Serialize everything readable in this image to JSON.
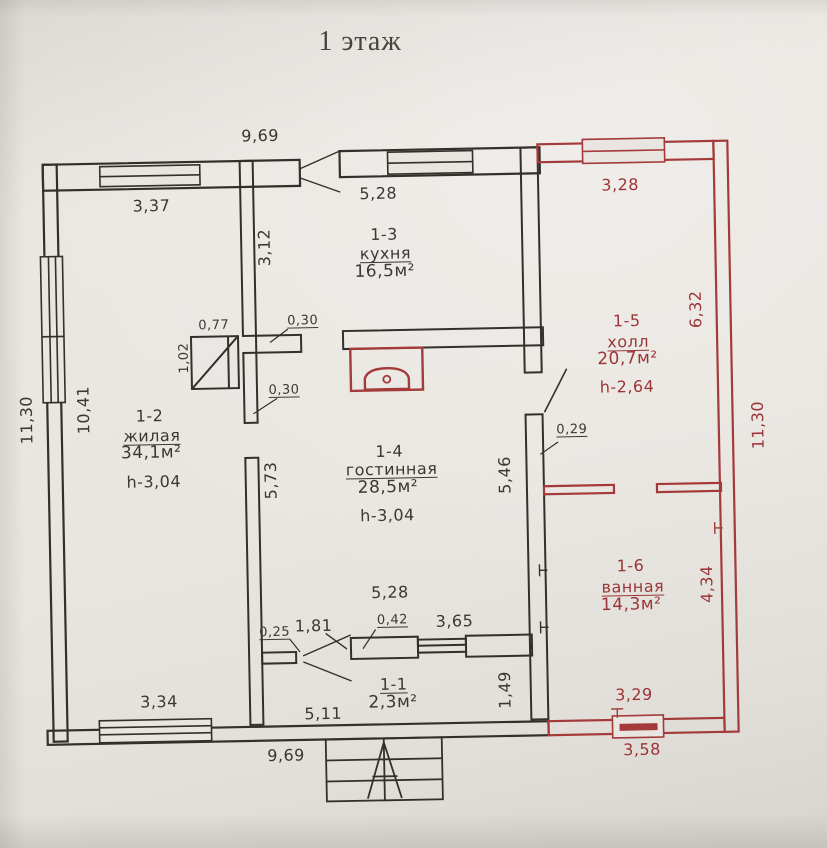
{
  "title": "1 этаж",
  "colors": {
    "wall_black": "#33302c",
    "wall_red": "#a43a3a",
    "text_black": "#3b3833",
    "text_red": "#9c3537",
    "paper": "#e9e6e1"
  },
  "rooms": {
    "r11": {
      "id": "1-1",
      "area": "2,3м²"
    },
    "r12": {
      "id": "1-2",
      "name": "жилая",
      "area": "34,1м²",
      "height": "h-3,04"
    },
    "r13": {
      "id": "1-3",
      "name": "кухня",
      "area": "16,5м²"
    },
    "r14": {
      "id": "1-4",
      "name": "гостинная",
      "area": "28,5м²",
      "height": "h-3,04"
    },
    "r15": {
      "id": "1-5",
      "name": "холл",
      "area": "20,7м²",
      "height": "h-2,64"
    },
    "r16": {
      "id": "1-6",
      "name": "ванная",
      "area": "14,3м²"
    }
  },
  "dims": {
    "top_width": "9,69",
    "win_337": "3,37",
    "kitchen_width": "5,28",
    "hall_width": "3,28",
    "wall_312": "3,12",
    "hall_height": "6,32",
    "left_outer": "11,30",
    "left_window": "10,41",
    "shaft_w": "0,77",
    "shaft_h": "1,02",
    "stub_top": "0,30",
    "stub_bottom": "0,30",
    "living_wall": "5,73",
    "right_wall": "5,46",
    "pier_029": "0,29",
    "right_outer": "11,30",
    "bath_height": "4,34",
    "living_width": "5,28",
    "pier_042": "0,42",
    "opening_365": "3,65",
    "pier_025": "0,25",
    "door_181": "1,81",
    "room11_height": "1,49",
    "win_334": "3,34",
    "width_511": "5,11",
    "bottom_width": "9,69",
    "bath_width": "3,29",
    "bath_win": "3,58"
  }
}
